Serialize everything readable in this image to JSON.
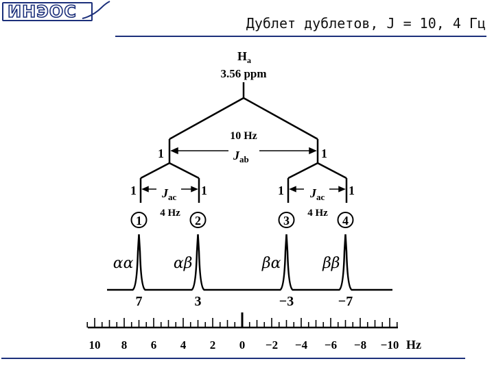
{
  "header": {
    "logo_text": "ИНЭОС",
    "title": "Дублет дублетов, J = 10, 4 Гц"
  },
  "diagram": {
    "proton": "H",
    "proton_subscript": "a",
    "shift": "3.56 ppm",
    "jab_value": "10 Hz",
    "jab_symbol": "J",
    "jab_subscript": "ab",
    "jac_symbol": "J",
    "jac_subscript": "ac",
    "jac_value": "4 Hz",
    "intensity_label": "1",
    "lines": [
      {
        "number": "1",
        "spin": "αα",
        "position": 7,
        "label": "7"
      },
      {
        "number": "2",
        "spin": "αβ",
        "position": 3,
        "label": "3"
      },
      {
        "number": "3",
        "spin": "βα",
        "position": -3,
        "label": "−3"
      },
      {
        "number": "4",
        "spin": "ββ",
        "position": -7,
        "label": "−7"
      }
    ],
    "axis": {
      "unit": "Hz",
      "range": [
        10,
        -10
      ],
      "tick_labels": [
        "10",
        "8",
        "6",
        "4",
        "2",
        "0",
        "−2",
        "−4",
        "−6",
        "−8",
        "−10"
      ],
      "tick_values": [
        10,
        8,
        6,
        4,
        2,
        0,
        -2,
        -4,
        -6,
        -8,
        -10
      ]
    }
  }
}
